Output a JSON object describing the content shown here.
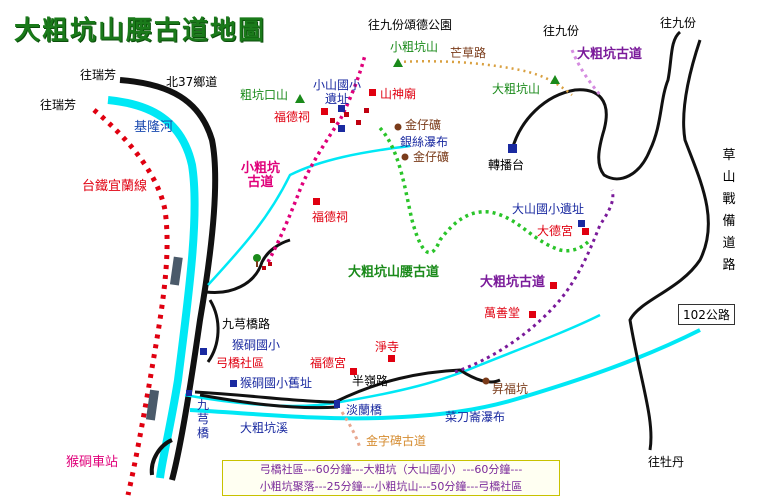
{
  "title": "大粗坑山腰古道地圖",
  "colors": {
    "green": "#2a9a2a",
    "red": "#e00010",
    "brown": "#7a3b1a",
    "purple": "#7a1a9a",
    "magenta": "#e0007a",
    "blue": "#1a2aa0",
    "cyan": "#00e0f0",
    "black": "#111111",
    "orange": "#d9a040"
  },
  "labels": {
    "to_ruifang_top": "往瑞芳",
    "north37": "北37鄉道",
    "to_ruifang_left": "往瑞芳",
    "keelung_river": "基隆河",
    "rail_line": "台鐵宜蘭線",
    "peak_cukoushan": "粗坑口山",
    "xiaoshan_school_site": "小山國小遺址",
    "fude_temple_1": "福德祠",
    "shanshen_temple": "山神廟",
    "to_jiufen_park": "往九份頌德公園",
    "peak_xiaocukeng": "小粗坑山",
    "mangcao_road": "芒草路",
    "to_jiufen_1": "往九份",
    "to_jiufen_2": "往九份",
    "dacukeng_trail_top": "大粗坑古道",
    "peak_dacukeng": "大粗坑山",
    "gold_mine_1": "金仔礦",
    "silver_falls": "銀絲瀑布",
    "gold_mine_2": "金仔礦",
    "relay_station": "轉播台",
    "xiaocukeng_trail": "小粗坑古道",
    "fude_temple_2": "福德祠",
    "caoshan_road": "草山戰備道路",
    "dashan_school_site": "大山國小遺址",
    "dade_temple": "大德宮",
    "waist_trail": "大粗坑山腰古道",
    "dacukeng_trail_mid": "大粗坑古道",
    "wanshan_hall": "萬善堂",
    "road_102": "102公路",
    "jiuqiaoqiao_road": "九芎橋路",
    "houtong_school": "猴硐國小",
    "gongqiao_community": "弓橋社區",
    "fude_palace": "福德宮",
    "jing_temple": "淨寺",
    "houtong_old_school": "猴硐國小舊址",
    "banling_road": "半嶺路",
    "shengfukeng": "昇福坑",
    "jiuqiaoqiao": "九芎橋",
    "dacukeng_creek": "大粗坑溪",
    "danlan_bridge": "淡蘭橋",
    "caidao_falls": "菜刀崙瀑布",
    "jinzibei_trail": "金字碑古道",
    "to_mudan": "往牡丹",
    "houtong_station": "猴硐車站"
  },
  "legend": {
    "line1": "弓橋社區---60分鐘---大粗坑（大山國小）---60分鐘---",
    "line2": "小粗坑聚落---25分鐘---小粗坑山---50分鐘---弓橋社區"
  }
}
